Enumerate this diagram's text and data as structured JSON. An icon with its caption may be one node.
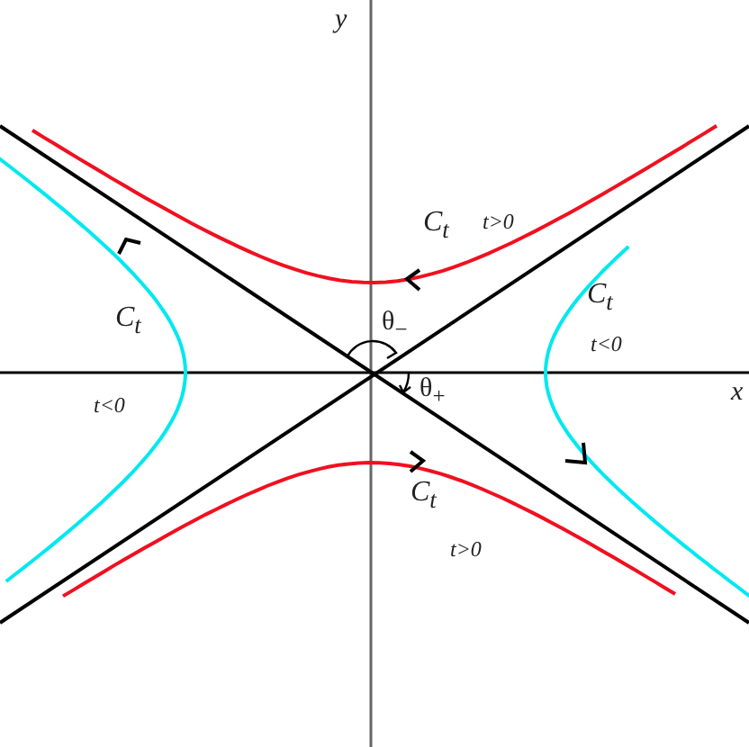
{
  "diagram": {
    "labels": [
      "y",
      "C$_{t}$",
      "t>0",
      "θ$_{−}$",
      "C$_{t}$",
      "C$_{t}$",
      "t<0",
      "θ$_{+}$",
      "t<0",
      "x",
      "C$_{t}$",
      "t>0"
    ]
  }
}
